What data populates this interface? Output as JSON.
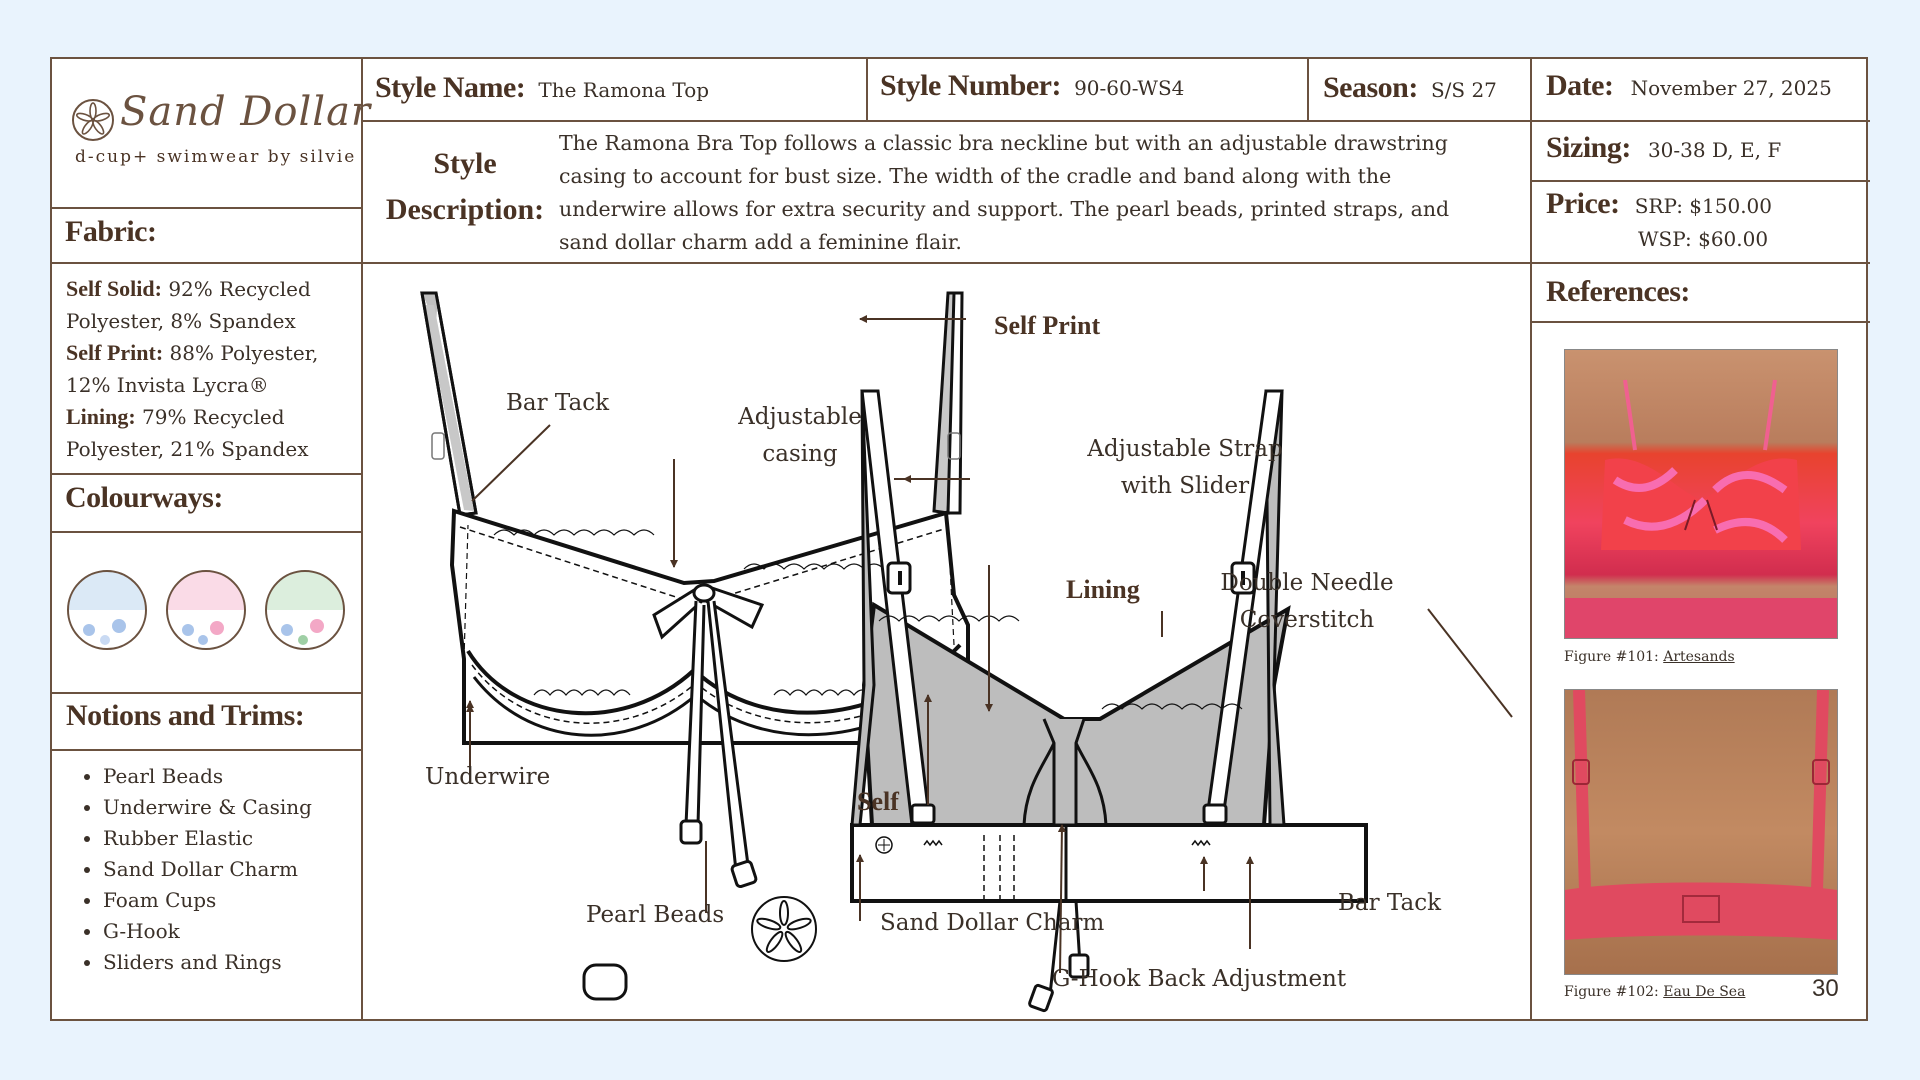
{
  "header": {
    "style_name_label": "Style Name:",
    "style_name": "The Ramona Top",
    "style_number_label": "Style Number:",
    "style_number": "90-60-WS4",
    "season_label": "Season:",
    "season": "S/S 27",
    "date_label": "Date:",
    "date": "November 27, 2025",
    "sizing_label": "Sizing:",
    "sizing": "30-38 D, E, F",
    "price_label": "Price:",
    "srp": "SRP: $150.00",
    "wsp": "WSP: $60.00",
    "description_label_1": "Style",
    "description_label_2": "Description:",
    "description_lines": [
      "The Ramona Bra Top follows a classic bra neckline but with an adjustable drawstring",
      "casing to account for bust size. The width of the cradle and band along with the",
      "underwire allows for extra security and support. The pearl beads, printed straps, and",
      "sand dollar charm add a feminine flair."
    ]
  },
  "brand": {
    "name": "Sand Dollar",
    "tagline": "d-cup+ swimwear by silvie"
  },
  "fabric": {
    "title": "Fabric:",
    "lines": [
      {
        "label": "Self Solid:",
        "text": " 92% Recycled"
      },
      {
        "label": "",
        "text": "Polyester, 8% Spandex"
      },
      {
        "label": "Self Print:",
        "text": " 88% Polyester,"
      },
      {
        "label": "",
        "text": "12% Invista Lycra®"
      },
      {
        "label": "Lining:",
        "text": " 79% Recycled"
      },
      {
        "label": "",
        "text": "Polyester, 21% Spandex"
      }
    ]
  },
  "colourways": {
    "title": "Colourways:",
    "swatches": [
      {
        "top": "#dbe9f6",
        "accent": "#a9c4ea"
      },
      {
        "top": "#fadbe7",
        "accent": "#f3a8c6"
      },
      {
        "top": "#dceedd",
        "accent": "#9fcfa5"
      }
    ]
  },
  "notions": {
    "title": "Notions and Trims:",
    "items": [
      "Pearl Beads",
      "Underwire & Casing",
      "Rubber Elastic",
      "Sand Dollar Charm",
      "Foam Cups",
      "G-Hook",
      "Sliders and Rings"
    ]
  },
  "callouts": {
    "bar_tack_front": "Bar Tack",
    "adjustable_casing_1": "Adjustable",
    "adjustable_casing_2": "casing",
    "self_print": "Self Print",
    "underwire": "Underwire",
    "self": "Self",
    "pearl_beads": "Pearl Beads",
    "adjustable_strap_1": "Adjustable Strap",
    "adjustable_strap_2": "with Slider",
    "lining": "Lining",
    "double_needle_1": "Double Needle",
    "double_needle_2": "Coverstitch",
    "sand_dollar_charm": "Sand Dollar Charm",
    "bar_tack_back": "Bar Tack",
    "g_hook": "G-Hook Back Adjustment"
  },
  "references": {
    "title": "References:",
    "fig1_prefix": "Figure #101: ",
    "fig1_source": "Artesands",
    "fig2_prefix": "Figure #102: ",
    "fig2_source": "Eau De Sea"
  },
  "page_number": "30",
  "colors": {
    "border": "#6b5240",
    "label": "#4a3324",
    "background": "#e9f3fd",
    "lining_gray": "#bdbdbd"
  }
}
